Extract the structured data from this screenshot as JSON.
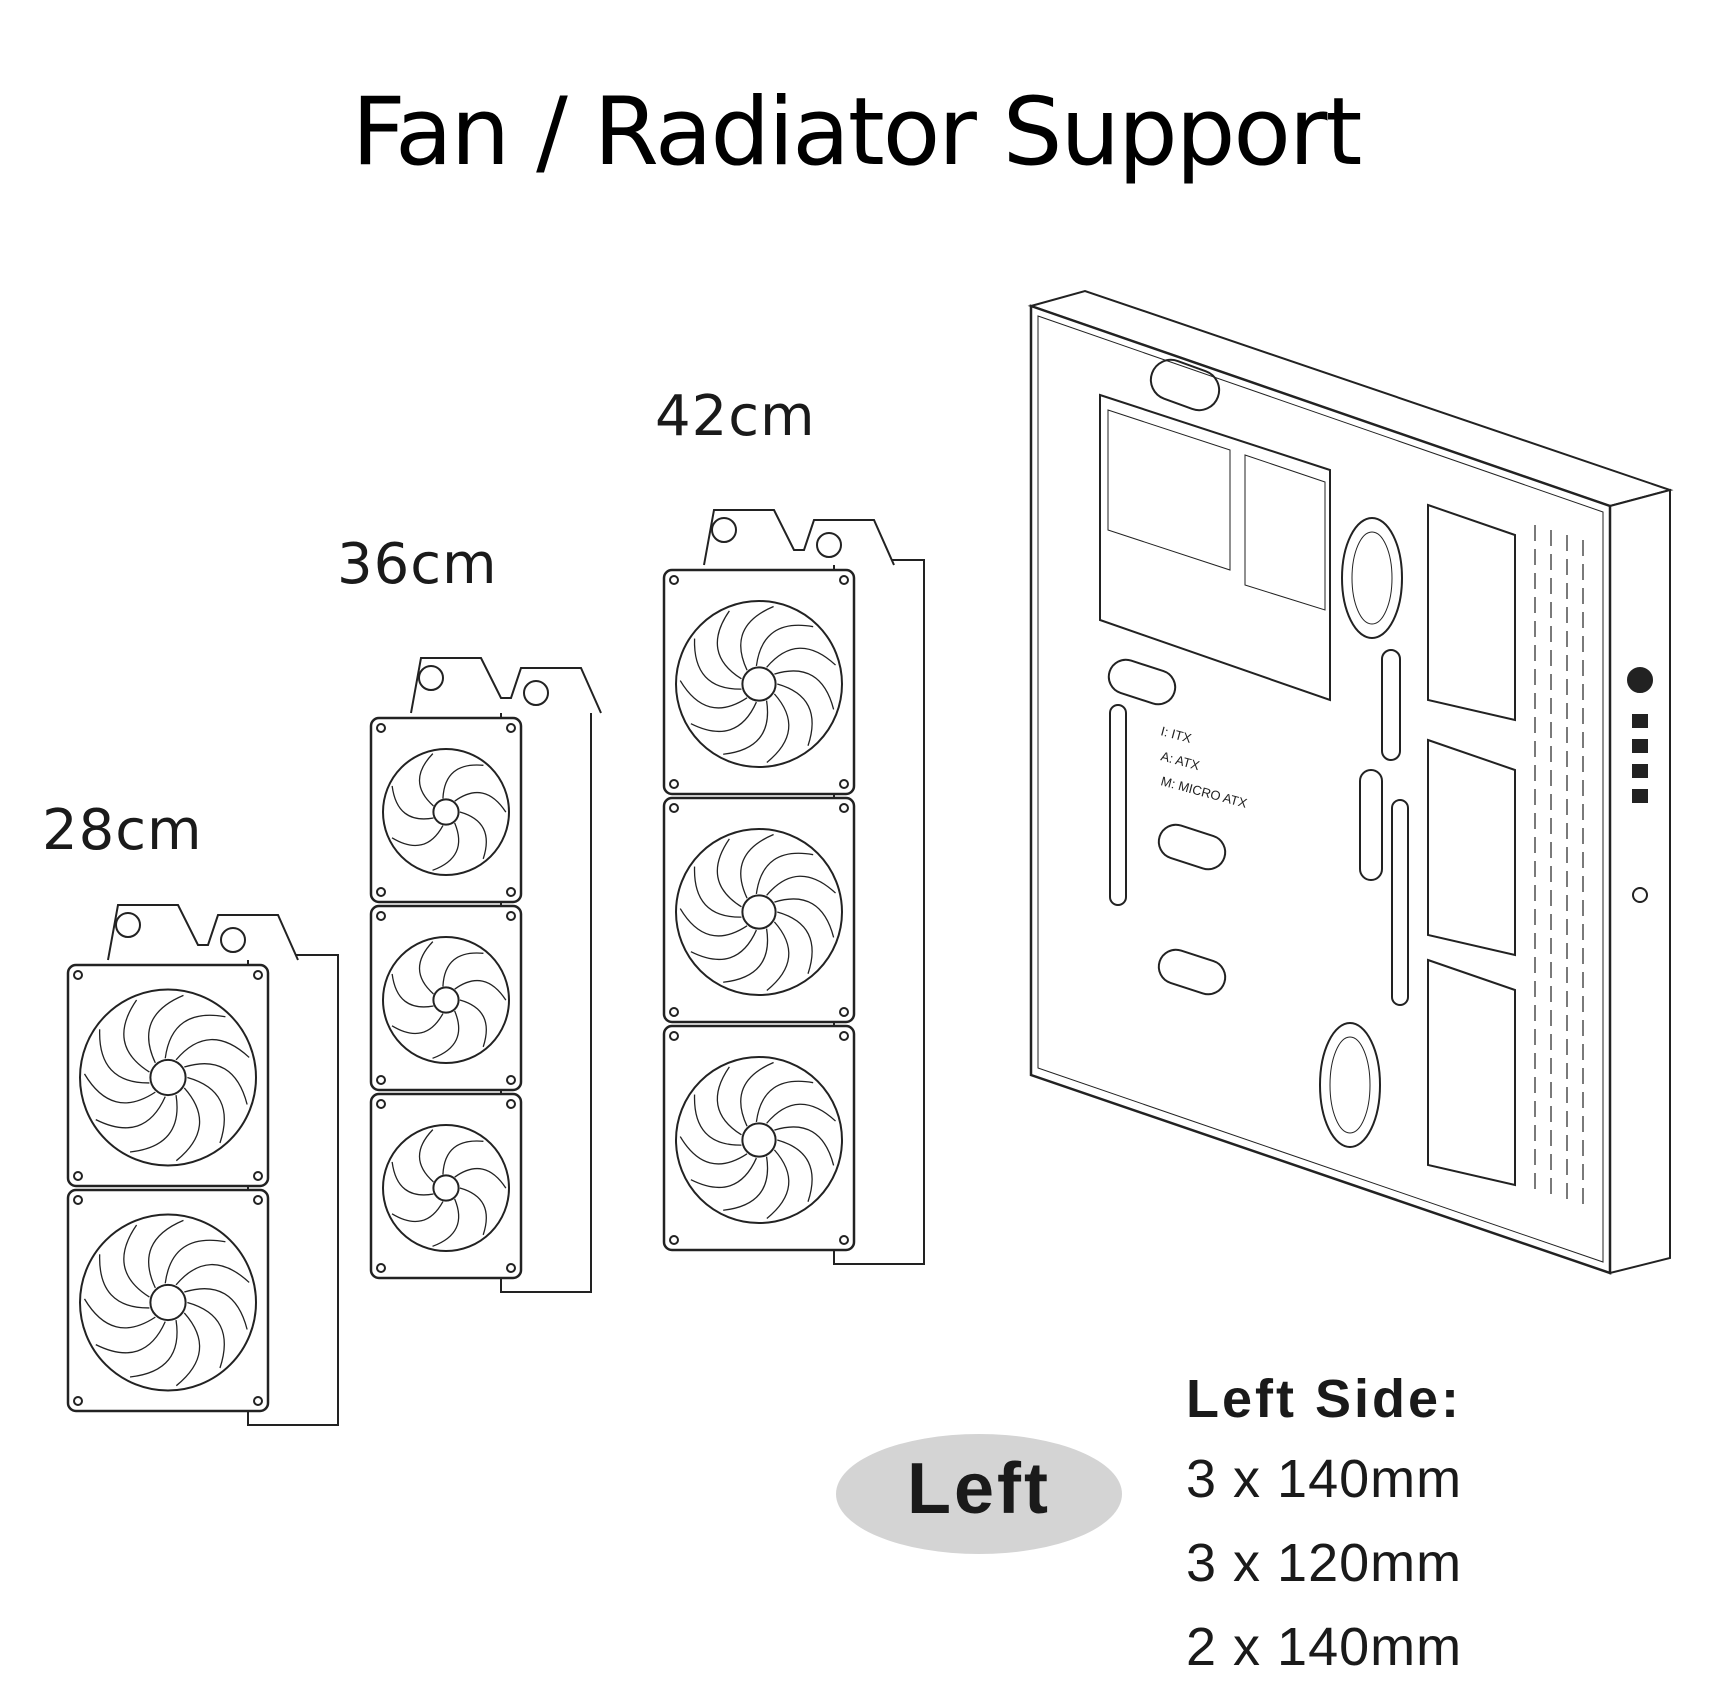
{
  "title": "Fan /  Radiator Support",
  "radiators": [
    {
      "label": "28cm",
      "fans": 2,
      "fan_style": "140mm"
    },
    {
      "label": "36cm",
      "fans": 3,
      "fan_style": "120mm"
    },
    {
      "label": "42cm",
      "fans": 3,
      "fan_style": "140mm"
    }
  ],
  "panel": {
    "legend": [
      "I:  ITX",
      "A:  ATX",
      "M:  MICRO  ATX"
    ]
  },
  "badge": {
    "label": "Left",
    "color": "#d4d4d4"
  },
  "specs": {
    "title": "Left  Side:",
    "items": [
      "3 x 140mm",
      "3 x 120mm",
      "2 x 140mm"
    ]
  }
}
